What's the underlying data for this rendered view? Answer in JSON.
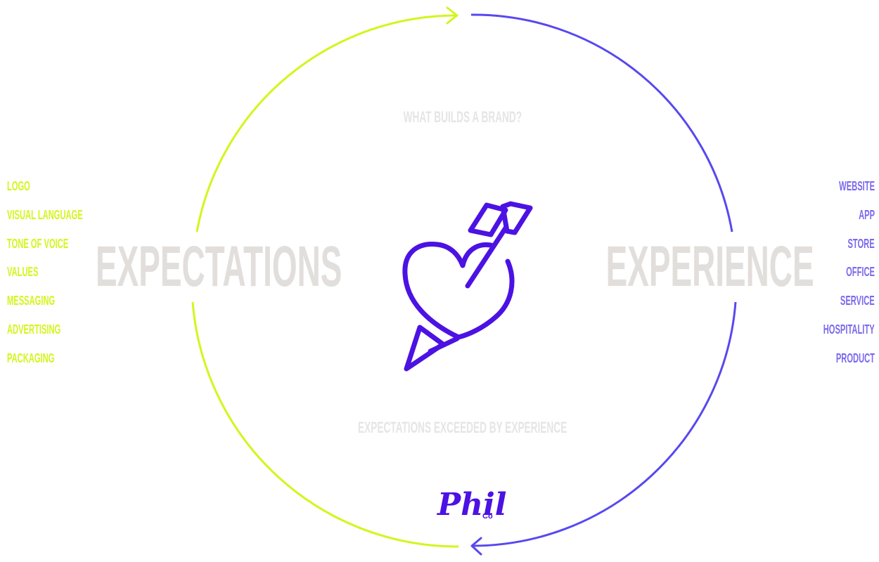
{
  "colors": {
    "lime": "#d4f51c",
    "blue": "#5848f0",
    "purple": "#4b12e3",
    "grey_text": "#e2dedb",
    "light_grey": "#e5e5e5",
    "right_list": "#7a69ee"
  },
  "diagram": {
    "question": "WHAT BUILDS A BRAND?",
    "conclusion": "EXPECTATIONS EXCEEDED BY EXPERIENCE",
    "center_icon": "heart-with-arrow-icon",
    "brand_logo": "phil-co-logo",
    "left": {
      "heading": "EXPECTATIONS",
      "items": [
        "LOGO",
        "VISUAL LANGUAGE",
        "TONE OF VOICE",
        "VALUES",
        "MESSAGING",
        "ADVERTISING",
        "PACKAGING"
      ]
    },
    "right": {
      "heading": "EXPERIENCE",
      "items": [
        "WEBSITE",
        "APP",
        "STORE",
        "OFFICE",
        "SERVICE",
        "HOSPITALITY",
        "PRODUCT"
      ]
    },
    "cycle": [
      {
        "from": "EXPECTATIONS",
        "to": "EXPERIENCE",
        "color": "lime",
        "arrow": "clockwise"
      },
      {
        "from": "EXPERIENCE",
        "to": "EXPECTATIONS",
        "color": "blue",
        "arrow": "clockwise"
      }
    ]
  }
}
